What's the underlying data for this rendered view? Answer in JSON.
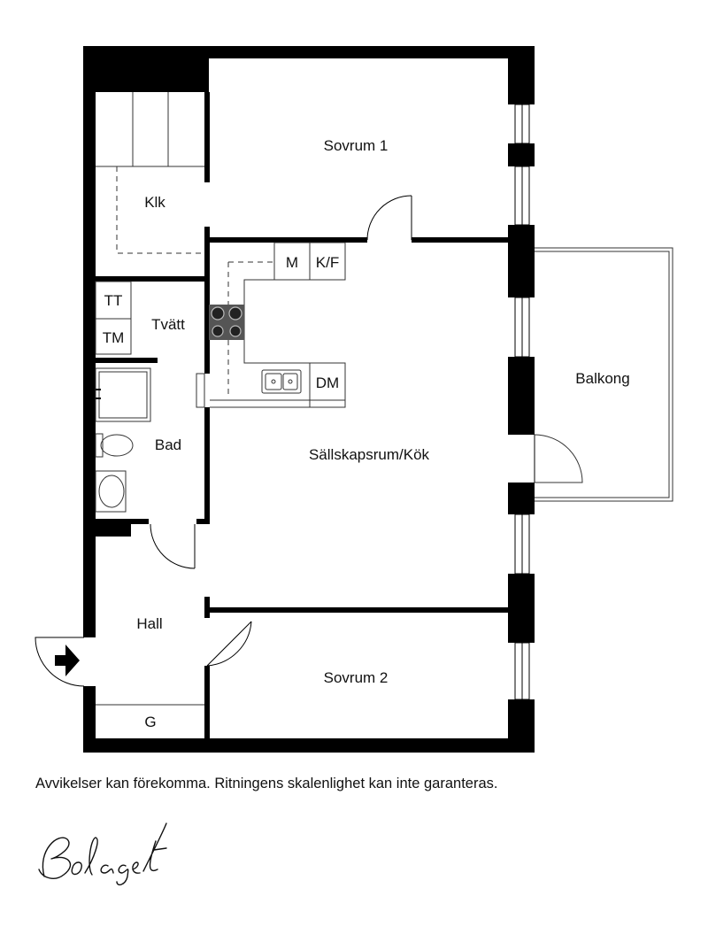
{
  "rooms": {
    "sovrum1": "Sovrum 1",
    "klk": "Klk",
    "m": "M",
    "kf": "K/F",
    "tt": "TT",
    "tm": "TM",
    "tvatt": "Tvätt",
    "dm": "DM",
    "balkong": "Balkong",
    "bad": "Bad",
    "sallskapsrum": "Sällskapsrum/Kök",
    "hall": "Hall",
    "sovrum2": "Sovrum 2",
    "g": "G"
  },
  "disclaimer": "Avvikelser kan förekomma. Ritningens skalenlighet kan inte garanteras.",
  "logo_text": "Bolaget",
  "colors": {
    "wall": "#000000",
    "line": "#333333",
    "stove": "#555555"
  }
}
